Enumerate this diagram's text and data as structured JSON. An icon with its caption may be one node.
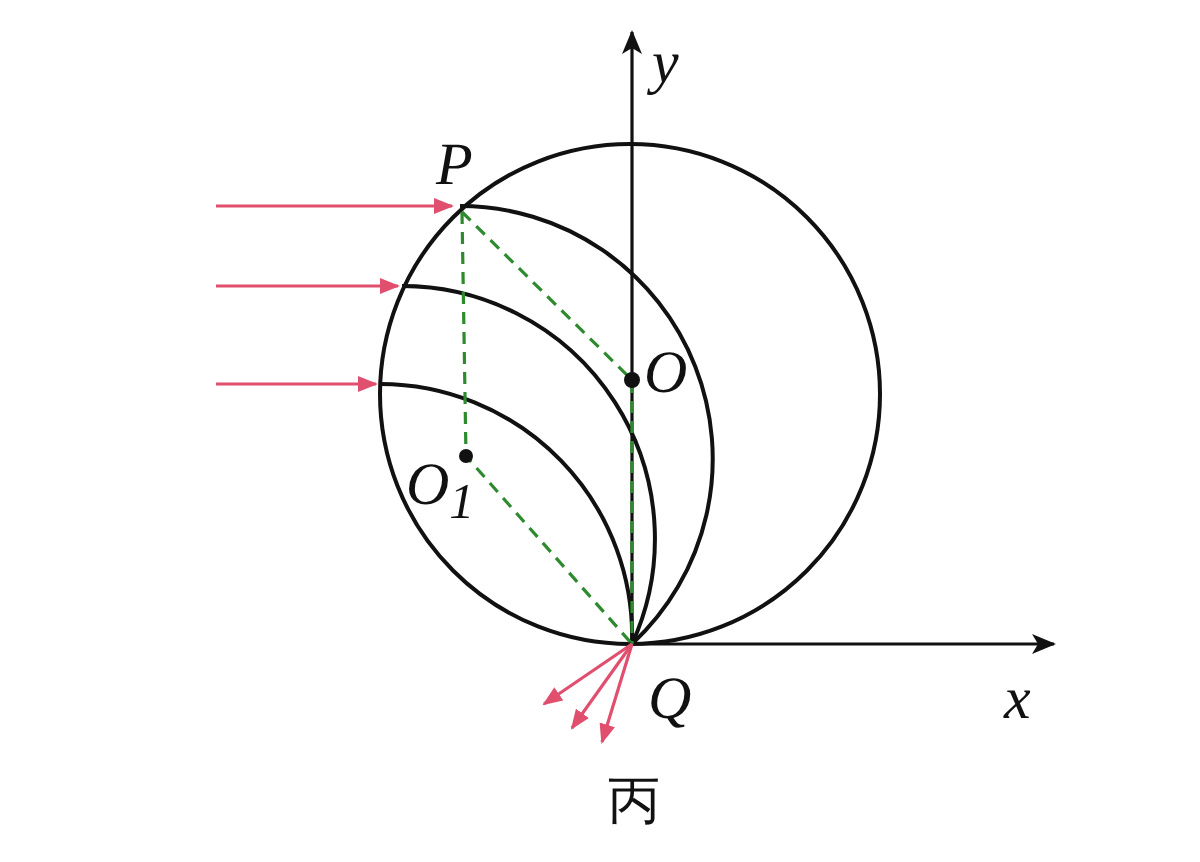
{
  "diagram": {
    "labels": [
      "y",
      "P",
      "O",
      "O$_{1}$",
      "Q",
      "x",
      "丙"
    ]
  }
}
